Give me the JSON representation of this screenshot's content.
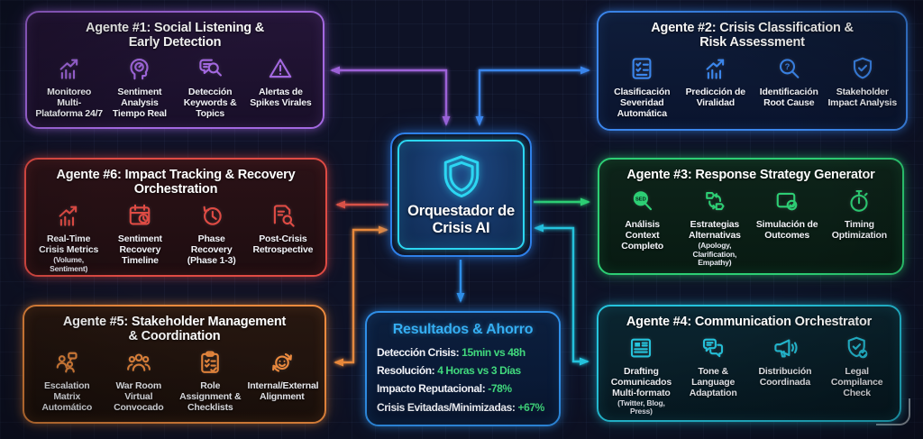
{
  "colors": {
    "purple": "#a368e0",
    "blue": "#3b86ec",
    "red": "#df4b44",
    "green": "#2dce74",
    "orange": "#ec8a3e",
    "teal": "#25c3dc",
    "panel_blue": "#2f8fe8",
    "title_cyan": "#35aef2",
    "value_green": "#41d97d",
    "inner_cyan": "#2cd6f2",
    "background": "#0e1226"
  },
  "center": {
    "title": "Orquestador de\nCrisis AI",
    "icon": "shield-icon"
  },
  "agents": [
    {
      "number": 1,
      "accent": "purple",
      "title": "Agente #1: Social Listening &\nEarly Detection",
      "items": [
        {
          "icon": "chart-up-icon",
          "label": "Monitoreo Multi-Plataforma 24/7",
          "sub": ""
        },
        {
          "icon": "head-gauge-icon",
          "label": "Sentiment Analysis Tiempo Real",
          "sub": ""
        },
        {
          "icon": "keyword-search-icon",
          "label": "Detección Keywords & Topics",
          "sub": ""
        },
        {
          "icon": "alert-triangle-icon",
          "label": "Alertas de Spikes Virales",
          "sub": ""
        }
      ]
    },
    {
      "number": 2,
      "accent": "blue",
      "title": "Agente #2: Crisis Classification &\nRisk Assessment",
      "items": [
        {
          "icon": "checklist-icon",
          "label": "Clasificación Severidad Automática",
          "sub": ""
        },
        {
          "icon": "trend-chart-icon",
          "label": "Predicción de Viralidad",
          "sub": ""
        },
        {
          "icon": "root-cause-search-icon",
          "label": "Identificación Root Cause",
          "sub": ""
        },
        {
          "icon": "shield-check-icon",
          "label": "Stakeholder Impact Analysis",
          "sub": ""
        }
      ]
    },
    {
      "number": 3,
      "accent": "green",
      "title": "Agente #3: Response Strategy Generator",
      "items": [
        {
          "icon": "seo-search-icon",
          "label": "Análisis Context Completo",
          "sub": ""
        },
        {
          "icon": "alternatives-icon",
          "label": "Estrategias Alternativas",
          "sub": "(Apology, Clarification, Empathy)"
        },
        {
          "icon": "simulation-check-icon",
          "label": "Simulación de Outcomes",
          "sub": ""
        },
        {
          "icon": "stopwatch-icon",
          "label": "Timing Optimization",
          "sub": ""
        }
      ]
    },
    {
      "number": 4,
      "accent": "teal",
      "title": "Agente #4: Communication Orchestrator",
      "items": [
        {
          "icon": "newspaper-icon",
          "label": "Drafting Comunicados Multi-formato",
          "sub": "(Twitter, Blog, Press)"
        },
        {
          "icon": "chat-bubbles-icon",
          "label": "Tone & Language Adaptation",
          "sub": ""
        },
        {
          "icon": "megaphone-icon",
          "label": "Distribución Coordinada",
          "sub": ""
        },
        {
          "icon": "legal-shield-icon",
          "label": "Legal Compilance Check",
          "sub": ""
        }
      ]
    },
    {
      "number": 5,
      "accent": "orange",
      "title": "Agente #5: Stakeholder Management\n& Coordination",
      "items": [
        {
          "icon": "escalation-people-icon",
          "label": "Escalation Matrix Automático",
          "sub": ""
        },
        {
          "icon": "war-room-group-icon",
          "label": "War Room Virtual Convocado",
          "sub": ""
        },
        {
          "icon": "clipboard-check-icon",
          "label": "Role Assignment & Checklists",
          "sub": ""
        },
        {
          "icon": "face-sync-icon",
          "label": "Internal/External Alignment",
          "sub": ""
        }
      ]
    },
    {
      "number": 6,
      "accent": "red",
      "title": "Agente #6: Impact Tracking & Recovery\nOrchestration",
      "items": [
        {
          "icon": "crisis-metrics-icon",
          "label": "Real-Time Crisis Metrics",
          "sub": "(Volume, Sentiment)"
        },
        {
          "icon": "calendar-clock-icon",
          "label": "Sentiment Recovery Timeline",
          "sub": ""
        },
        {
          "icon": "history-clock-icon",
          "label": "Phase Recovery (Phase 1-3)",
          "sub": ""
        },
        {
          "icon": "doc-search-icon",
          "label": "Post-Crisis Retrospective",
          "sub": ""
        }
      ]
    }
  ],
  "results": {
    "title": "Resultados & Ahorro",
    "rows": [
      {
        "label": "Detección Crisis:",
        "value": "15min vs 48h"
      },
      {
        "label": "Resolución:",
        "value": "4 Horas vs 3 Días"
      },
      {
        "label": "Impacto Reputacional:",
        "value": "-78%"
      },
      {
        "label": "Crisis Evitadas/Minimizadas:",
        "value": "+67%"
      }
    ]
  },
  "connections": [
    {
      "from": "orquestador",
      "to": "agente-1",
      "heads": "both",
      "color": "#9d62d8"
    },
    {
      "from": "orquestador",
      "to": "agente-2",
      "heads": "both",
      "color": "#3b86ec"
    },
    {
      "from": "orquestador",
      "to": "agente-6",
      "heads": "end",
      "color": "#d85248"
    },
    {
      "from": "orquestador",
      "to": "agente-3",
      "heads": "end",
      "color": "#2dce74"
    },
    {
      "from": "orquestador",
      "to": "agente-5",
      "heads": "both",
      "color": "#e8893c"
    },
    {
      "from": "orquestador",
      "to": "agente-4",
      "heads": "both",
      "color": "#25c3dc"
    },
    {
      "from": "orquestador",
      "to": "resultados",
      "heads": "end",
      "color": "#2f8fe8"
    }
  ]
}
